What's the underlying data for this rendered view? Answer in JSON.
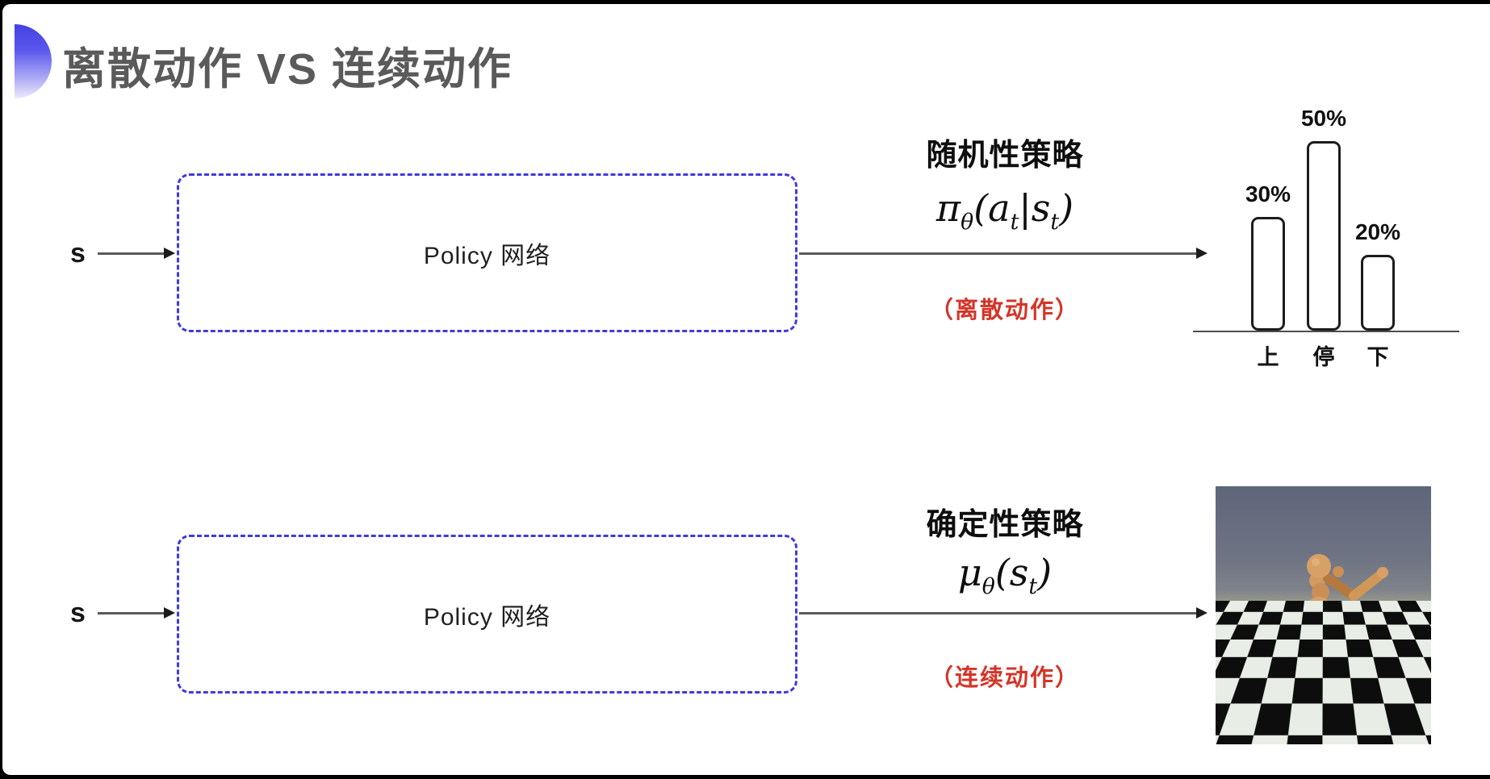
{
  "slide": {
    "title": "离散动作 VS 连续动作"
  },
  "top_row": {
    "input_label": "s",
    "box_label": "Policy 网络",
    "policy_type": "随机性策略",
    "formula": {
      "pre": "π",
      "sub1": "θ",
      "mid1": "(a",
      "sub2": "t",
      "mid2": "|s",
      "sub3": "t",
      "post": ")"
    },
    "action_type": "（离散动作）"
  },
  "bottom_row": {
    "input_label": "s",
    "box_label": "Policy 网络",
    "policy_type": "确定性策略",
    "formula": {
      "pre": "μ",
      "sub1": "θ",
      "mid1": "(s",
      "sub2": "t",
      "post": ")"
    },
    "action_type": "（连续动作）"
  },
  "chart_data": {
    "type": "bar",
    "title": "",
    "categories": [
      "上",
      "停",
      "下"
    ],
    "values": [
      30,
      50,
      20
    ],
    "value_labels": [
      "30%",
      "50%",
      "20%"
    ],
    "ylim": [
      0,
      100
    ],
    "grid": false,
    "legend": false
  },
  "colors": {
    "box_dash_blue": "#3f3ae0",
    "red_annotation": "#d53428",
    "title_gray": "#5a5a5a",
    "deco_blue": "#4340e2"
  }
}
